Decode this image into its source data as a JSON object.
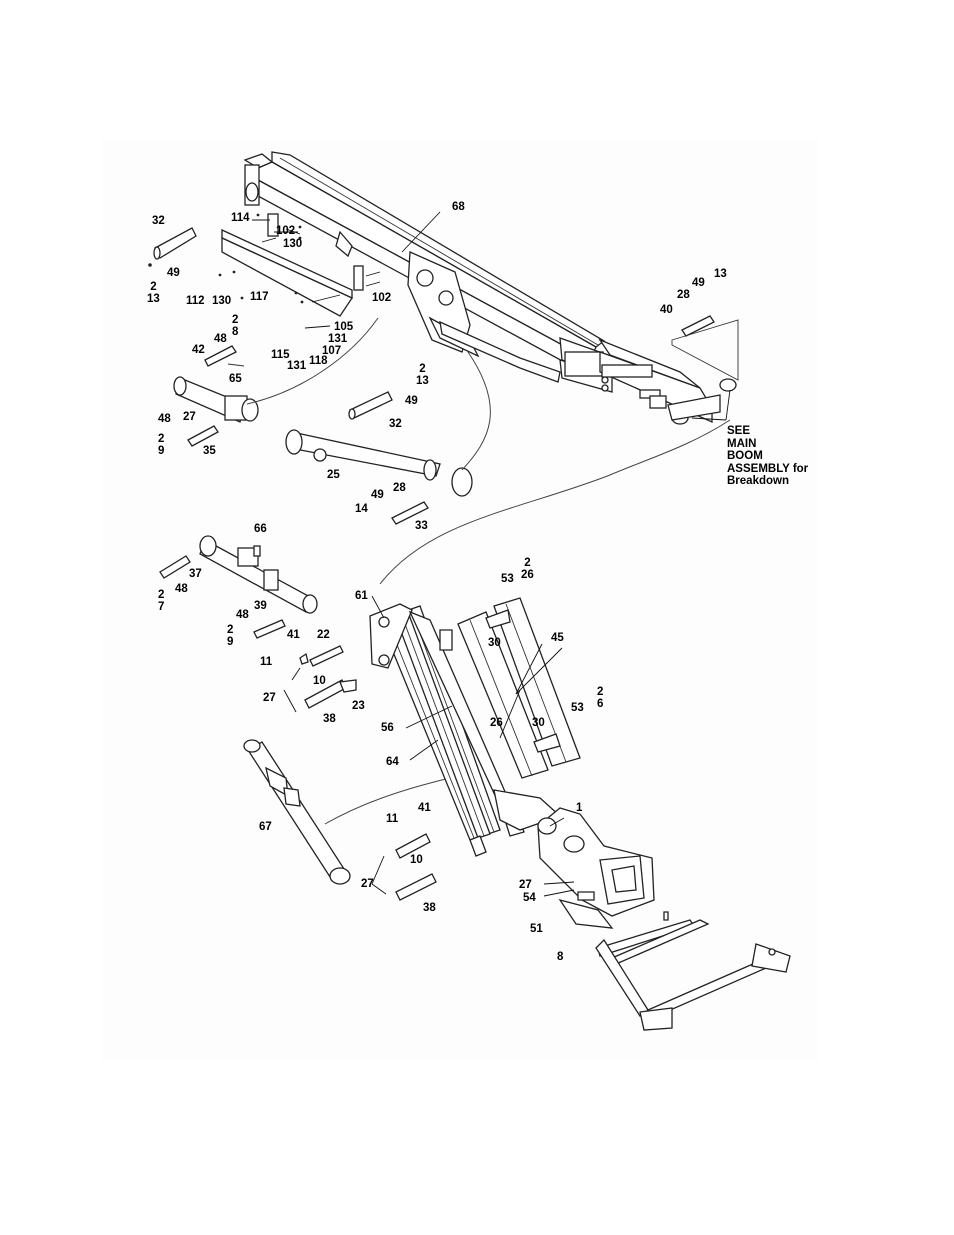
{
  "callouts": [
    {
      "id": "c68",
      "text": "68"
    },
    {
      "id": "c32a",
      "text": "32"
    },
    {
      "id": "c114",
      "text": "114"
    },
    {
      "id": "c102a",
      "text": "102"
    },
    {
      "id": "c130a",
      "text": "130"
    },
    {
      "id": "c49a",
      "text": "49"
    },
    {
      "id": "c2_13a",
      "text": "2\n13"
    },
    {
      "id": "c112",
      "text": "112"
    },
    {
      "id": "c130b",
      "text": "130"
    },
    {
      "id": "c117",
      "text": "117"
    },
    {
      "id": "c102b",
      "text": "102"
    },
    {
      "id": "c2_8",
      "text": "2\n8"
    },
    {
      "id": "c105",
      "text": "105"
    },
    {
      "id": "c131a",
      "text": "131"
    },
    {
      "id": "c107",
      "text": "107"
    },
    {
      "id": "c115",
      "text": "115"
    },
    {
      "id": "c131b",
      "text": "131"
    },
    {
      "id": "c118",
      "text": "118"
    },
    {
      "id": "c48a",
      "text": "48"
    },
    {
      "id": "c42",
      "text": "42"
    },
    {
      "id": "c65",
      "text": "65"
    },
    {
      "id": "c48b",
      "text": "48"
    },
    {
      "id": "c27a",
      "text": "27"
    },
    {
      "id": "c2_9a",
      "text": "2\n9"
    },
    {
      "id": "c35",
      "text": "35"
    },
    {
      "id": "c13a",
      "text": "13"
    },
    {
      "id": "c49b",
      "text": "49"
    },
    {
      "id": "c28a",
      "text": "28"
    },
    {
      "id": "c40",
      "text": "40"
    },
    {
      "id": "c2_13b",
      "text": "2\n13"
    },
    {
      "id": "c49c",
      "text": "49"
    },
    {
      "id": "c32b",
      "text": "32"
    },
    {
      "id": "c25",
      "text": "25"
    },
    {
      "id": "c49d",
      "text": "49"
    },
    {
      "id": "c28b",
      "text": "28"
    },
    {
      "id": "c14",
      "text": "14"
    },
    {
      "id": "c33",
      "text": "33"
    },
    {
      "id": "c66",
      "text": "66"
    },
    {
      "id": "c37",
      "text": "37"
    },
    {
      "id": "c48c",
      "text": "48"
    },
    {
      "id": "c2_7",
      "text": "2\n7"
    },
    {
      "id": "c48d",
      "text": "48"
    },
    {
      "id": "c39",
      "text": "39"
    },
    {
      "id": "c2_9b",
      "text": "2\n9"
    },
    {
      "id": "c41a",
      "text": "41"
    },
    {
      "id": "c22",
      "text": "22"
    },
    {
      "id": "c11a",
      "text": "11"
    },
    {
      "id": "c61",
      "text": "61"
    },
    {
      "id": "c2_26",
      "text": "2\n26"
    },
    {
      "id": "c53a",
      "text": "53"
    },
    {
      "id": "c30a",
      "text": "30"
    },
    {
      "id": "c45",
      "text": "45"
    },
    {
      "id": "c27b",
      "text": "27"
    },
    {
      "id": "c10a",
      "text": "10"
    },
    {
      "id": "c23",
      "text": "23"
    },
    {
      "id": "c38a",
      "text": "38"
    },
    {
      "id": "c56",
      "text": "56"
    },
    {
      "id": "c26",
      "text": "26"
    },
    {
      "id": "c30b",
      "text": "30"
    },
    {
      "id": "c2_6",
      "text": "2\n6"
    },
    {
      "id": "c53b",
      "text": "53"
    },
    {
      "id": "c64",
      "text": "64"
    },
    {
      "id": "c67",
      "text": "67"
    },
    {
      "id": "c1",
      "text": "1"
    },
    {
      "id": "c11b",
      "text": "11"
    },
    {
      "id": "c41b",
      "text": "41"
    },
    {
      "id": "c10b",
      "text": "10"
    },
    {
      "id": "c27c",
      "text": "27"
    },
    {
      "id": "c27d",
      "text": "27"
    },
    {
      "id": "c54",
      "text": "54"
    },
    {
      "id": "c38b",
      "text": "38"
    },
    {
      "id": "c51",
      "text": "51"
    },
    {
      "id": "c8",
      "text": "8"
    }
  ],
  "note": {
    "lines": [
      "SEE",
      "MAIN",
      "BOOM",
      "ASSEMBLY for",
      "Breakdown"
    ]
  }
}
